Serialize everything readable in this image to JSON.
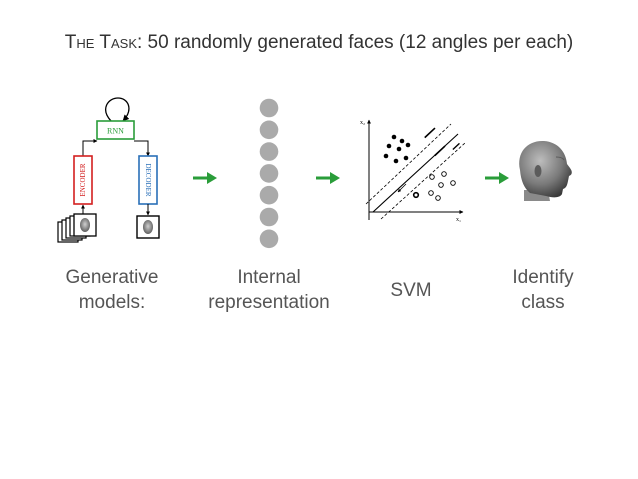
{
  "title": {
    "prefix": "The Task",
    "rest": ": 50 randomly generated faces (12 angles per each)"
  },
  "diagram": {
    "rnn_label": "RNN",
    "encoder_label": "ENCODER",
    "decoder_label": "DECODER",
    "node_count": 7,
    "svm_axis_x": "x₁",
    "svm_axis_y": "x₂",
    "colors": {
      "rnn": "#2a9d3a",
      "encoder": "#d32020",
      "decoder": "#2a6fb8",
      "arrow": "#2a9d3a",
      "node": "#aaaaaa"
    }
  },
  "labels": {
    "generative": "Generative\nmodels:",
    "internal": "Internal\nrepresentation",
    "svm": "SVM",
    "identify": "Identify\nclass"
  }
}
